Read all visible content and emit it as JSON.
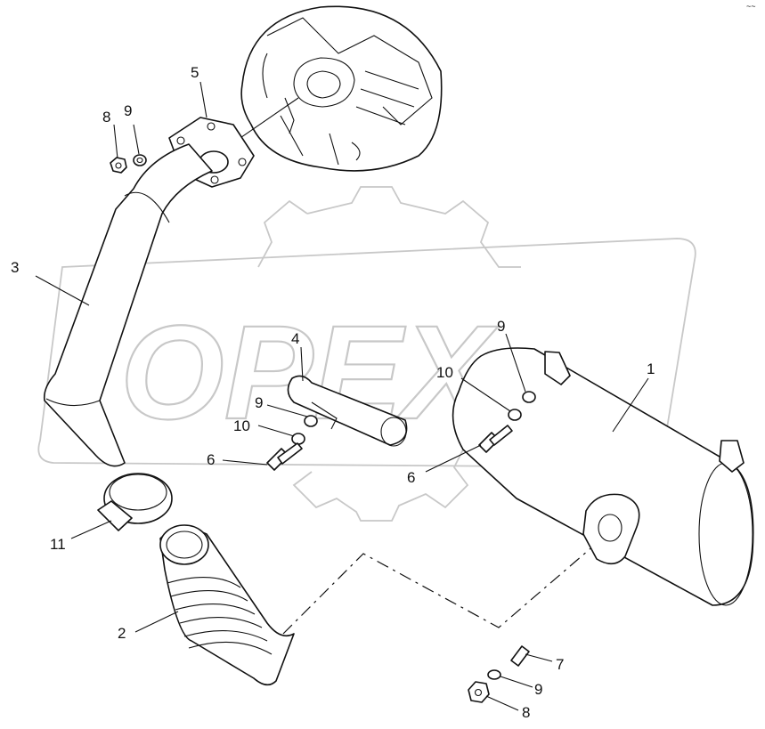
{
  "watermark": {
    "text": "OPEX"
  },
  "corner_mark": "~~",
  "callouts": [
    {
      "id": "callout-1",
      "text": "1"
    },
    {
      "id": "callout-2",
      "text": "2"
    },
    {
      "id": "callout-3",
      "text": "3"
    },
    {
      "id": "callout-4",
      "text": "4"
    },
    {
      "id": "callout-5",
      "text": "5"
    },
    {
      "id": "callout-6a",
      "text": "6"
    },
    {
      "id": "callout-6b",
      "text": "6"
    },
    {
      "id": "callout-7",
      "text": "7"
    },
    {
      "id": "callout-8a",
      "text": "8"
    },
    {
      "id": "callout-8b",
      "text": "8"
    },
    {
      "id": "callout-9a",
      "text": "9"
    },
    {
      "id": "callout-9b",
      "text": "9"
    },
    {
      "id": "callout-9c",
      "text": "9"
    },
    {
      "id": "callout-9d",
      "text": "9"
    },
    {
      "id": "callout-10a",
      "text": "10"
    },
    {
      "id": "callout-10b",
      "text": "10"
    },
    {
      "id": "callout-11",
      "text": "11"
    }
  ]
}
